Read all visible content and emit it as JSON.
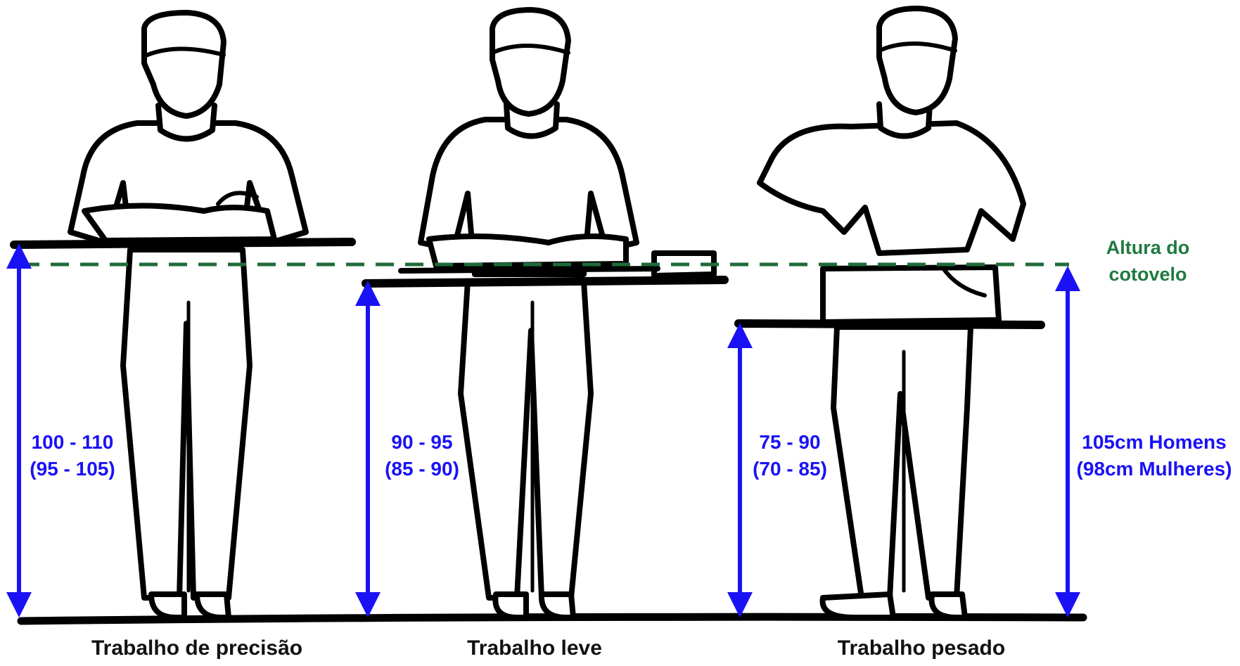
{
  "stations": [
    {
      "range_main": "100 - 110",
      "range_alt": "(95 - 105)",
      "caption": "Trabalho de precisão"
    },
    {
      "range_main": "90 - 95",
      "range_alt": "(85 - 90)",
      "caption": "Trabalho leve"
    },
    {
      "range_main": "75 - 90",
      "range_alt": "(70 - 85)",
      "caption": "Trabalho pesado"
    }
  ],
  "elbow": {
    "label_line1": "Altura do",
    "label_line2": "cotovelo",
    "men": "105cm Homens",
    "women": "(98cm Mulheres)"
  },
  "colors": {
    "dimension": "#1a12f5",
    "elbow_line": "#1f6b3a",
    "outline": "#000000"
  }
}
